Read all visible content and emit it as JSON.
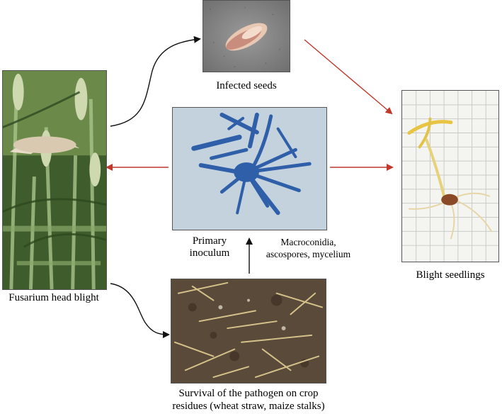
{
  "nodes": {
    "infected_seeds": {
      "label": "Infected seeds"
    },
    "head_blight": {
      "label": "Fusarium head blight"
    },
    "primary_inoculum": {
      "label_line1": "Primary",
      "label_line2": "inoculum"
    },
    "spore_types": {
      "label_line1": "Macroconidia,",
      "label_line2": "ascospores, mycelium"
    },
    "blight_seedlings": {
      "label": "Blight seedlings"
    },
    "crop_residues": {
      "label_line1": "Survival of the pathogen on crop",
      "label_line2": "residues (wheat straw, maize stalks)"
    }
  },
  "colors": {
    "arrow_black": "#111111",
    "arrow_red": "#c0392b"
  }
}
